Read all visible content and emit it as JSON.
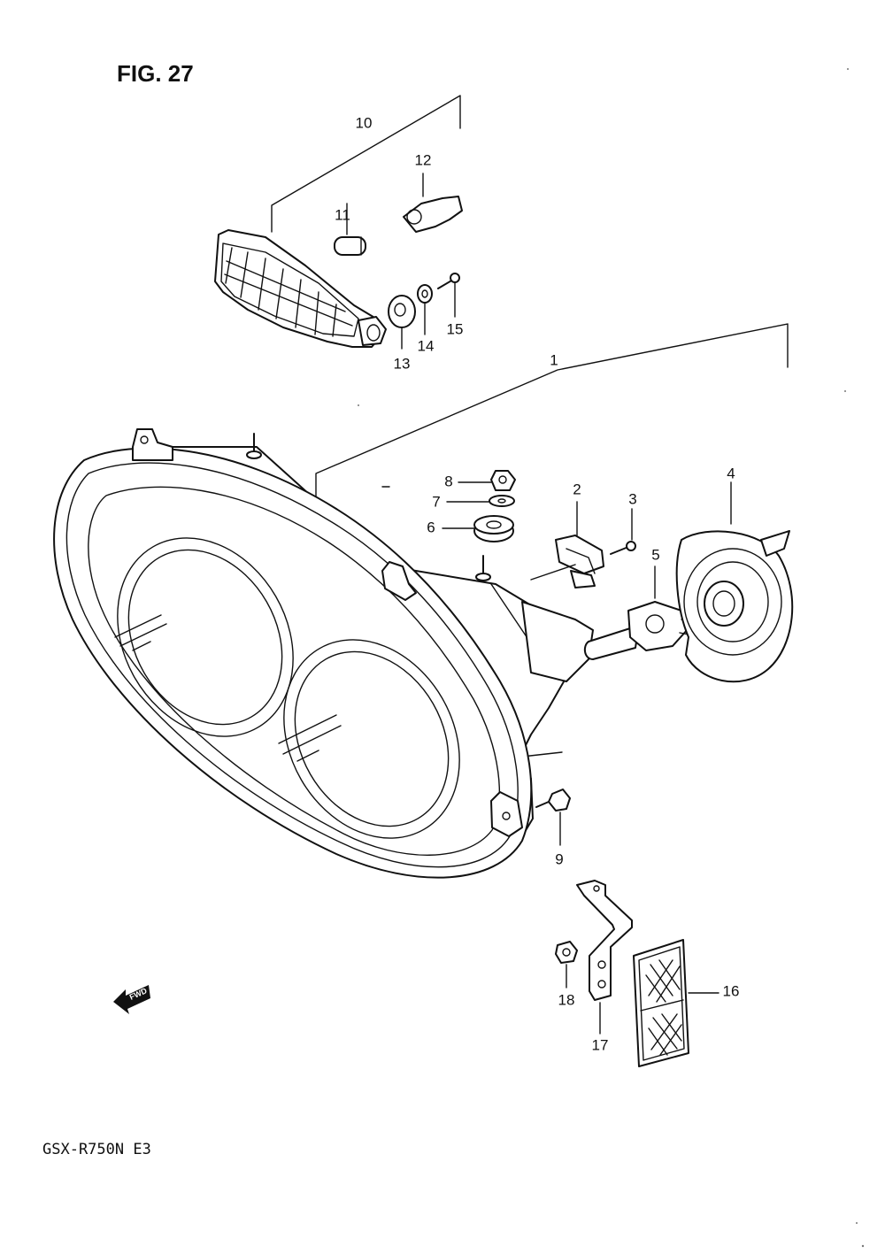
{
  "figure": {
    "title": "FIG. 27",
    "model": "GSX-R750N E3"
  },
  "direction_arrow": {
    "label": "FWD"
  },
  "parts": [
    {
      "ref": "1",
      "part": "headlight-assembly"
    },
    {
      "ref": "2",
      "part": "bulb-socket-clip"
    },
    {
      "ref": "3",
      "part": "screw"
    },
    {
      "ref": "4",
      "part": "headlight-socket-cover"
    },
    {
      "ref": "5",
      "part": "headlight-bulb"
    },
    {
      "ref": "6",
      "part": "grommet"
    },
    {
      "ref": "7",
      "part": "washer"
    },
    {
      "ref": "8",
      "part": "nut"
    },
    {
      "ref": "9",
      "part": "bolt"
    },
    {
      "ref": "10",
      "part": "position-light-assembly"
    },
    {
      "ref": "11",
      "part": "position-light-bulb"
    },
    {
      "ref": "12",
      "part": "position-light-socket"
    },
    {
      "ref": "13",
      "part": "grommet"
    },
    {
      "ref": "14",
      "part": "washer"
    },
    {
      "ref": "15",
      "part": "screw"
    },
    {
      "ref": "16",
      "part": "reflector"
    },
    {
      "ref": "17",
      "part": "reflector-bracket"
    },
    {
      "ref": "18",
      "part": "nut"
    }
  ]
}
